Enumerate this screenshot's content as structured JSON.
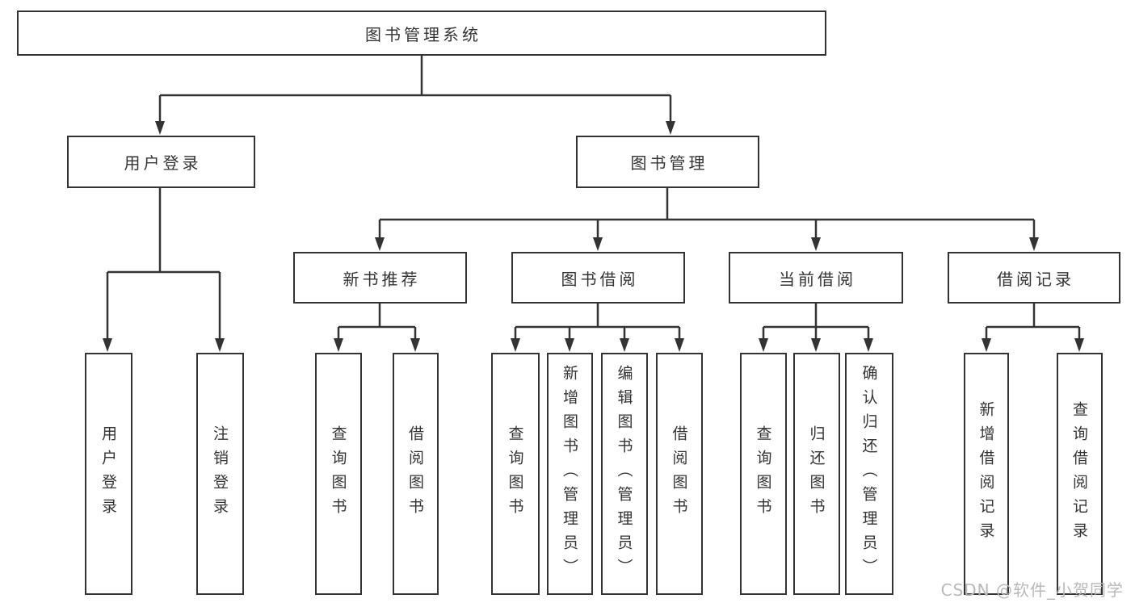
{
  "diagram_title": "图书管理系统",
  "nodes": [
    {
      "id": "root",
      "label": "图书管理系统",
      "parent": null
    },
    {
      "id": "user-login-group",
      "label": "用户登录",
      "parent": "root"
    },
    {
      "id": "book-management",
      "label": "图书管理",
      "parent": "root"
    },
    {
      "id": "new-book-recommend",
      "label": "新书推荐",
      "parent": "book-management"
    },
    {
      "id": "book-borrow",
      "label": "图书借阅",
      "parent": "book-management"
    },
    {
      "id": "current-borrow",
      "label": "当前借阅",
      "parent": "book-management"
    },
    {
      "id": "borrow-records",
      "label": "借阅记录",
      "parent": "book-management"
    },
    {
      "id": "user-login",
      "label": "用户登录",
      "parent": "user-login-group"
    },
    {
      "id": "logout",
      "label": "注销登录",
      "parent": "user-login-group"
    },
    {
      "id": "search-books-1",
      "label": "查询图书",
      "parent": "new-book-recommend"
    },
    {
      "id": "borrow-books-1",
      "label": "借阅图书",
      "parent": "new-book-recommend"
    },
    {
      "id": "search-books-2",
      "label": "查询图书",
      "parent": "book-borrow"
    },
    {
      "id": "add-books-admin",
      "label": "新增图书（管理员）",
      "parent": "book-borrow"
    },
    {
      "id": "edit-books-admin",
      "label": "编辑图书（管理员）",
      "parent": "book-borrow"
    },
    {
      "id": "borrow-books-2",
      "label": "借阅图书",
      "parent": "book-borrow"
    },
    {
      "id": "search-books-3",
      "label": "查询图书",
      "parent": "current-borrow"
    },
    {
      "id": "return-books",
      "label": "归还图书",
      "parent": "current-borrow"
    },
    {
      "id": "confirm-return-admin",
      "label": "确认归还（管理员）",
      "parent": "current-borrow"
    },
    {
      "id": "add-borrow-record",
      "label": "新增借阅记录",
      "parent": "borrow-records"
    },
    {
      "id": "search-borrow-record",
      "label": "查询借阅记录",
      "parent": "borrow-records"
    }
  ],
  "watermark": "CSDN @软件_小贺同学",
  "colors": {
    "line": "#333333",
    "box_border": "#333333",
    "text": "#333333",
    "watermark": "#b8b8b8",
    "background": "#ffffff"
  }
}
